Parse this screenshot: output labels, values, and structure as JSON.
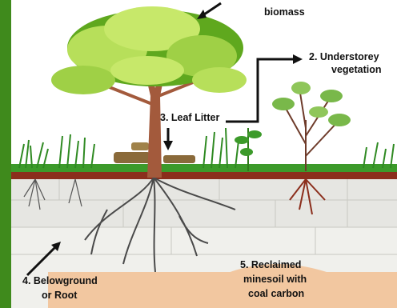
{
  "labels": {
    "biomass": "biomass",
    "understorey_line1": "2. Understorey",
    "understorey_line2": "vegetation",
    "leaf_litter": "3. Leaf Litter",
    "belowground_line1": "4. Belowground",
    "belowground_line2": "or Root",
    "reclaimed_line1": "5. Reclaimed",
    "reclaimed_line2": "minesoil with",
    "reclaimed_line3": "coal carbon"
  },
  "colors": {
    "frame": "#3f8a1c",
    "canopy_light": "#b7df5a",
    "canopy_dark": "#5fa81e",
    "trunk": "#a35a3c",
    "grass": "#3c9a2a",
    "soil_band": "#f2c7a0",
    "litter": "#8b2e1c",
    "roots": "#4a4a4a"
  }
}
